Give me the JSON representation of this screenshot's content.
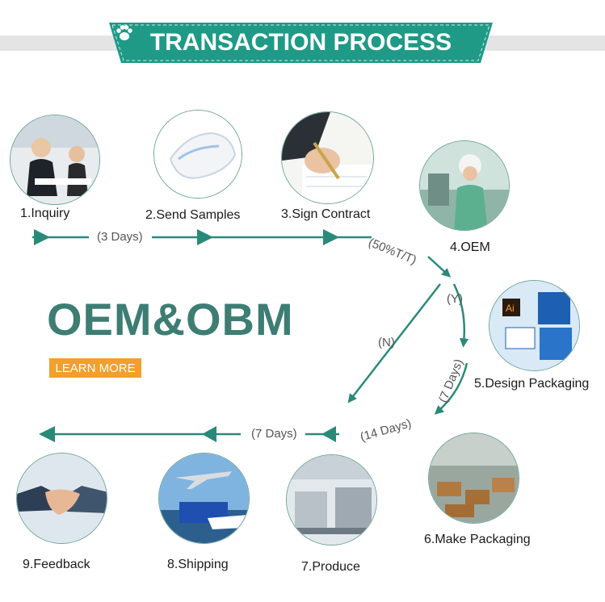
{
  "banner": {
    "title": "TRANSACTION PROCESS",
    "left_icon": "paw-icon",
    "right_icon": "paw-icon"
  },
  "colors": {
    "teal": "#2a8a7a",
    "banner": "#1e9a86",
    "accent": "#f29f2b",
    "title": "#3d7d73"
  },
  "steps": [
    {
      "label": "1.Inquiry",
      "image": "business meeting"
    },
    {
      "label": "2.Send Samples",
      "image": "diaper"
    },
    {
      "label": "3.Sign Contract",
      "image": "signing contract"
    },
    {
      "label": "4.OEM",
      "image": "factory worker"
    },
    {
      "label": "5.Design Packaging",
      "image": "packaging design"
    },
    {
      "label": "6.Make Packaging",
      "image": "warehouse"
    },
    {
      "label": "7.Produce",
      "image": "production line"
    },
    {
      "label": "8.Shipping",
      "image": "ship, plane, truck"
    },
    {
      "label": "9.Feedback",
      "image": "handshake"
    }
  ],
  "flow": {
    "days_3": "(3 Days)",
    "tt": "(50%T/T)",
    "yes": "(Y)",
    "no": "(N)",
    "days_7_right": "(7 Days)",
    "days_14": "(14 Days)",
    "days_7_bottom": "(7 Days)"
  },
  "center": {
    "title": "OEM&OBM",
    "button": "LEARN MORE"
  }
}
